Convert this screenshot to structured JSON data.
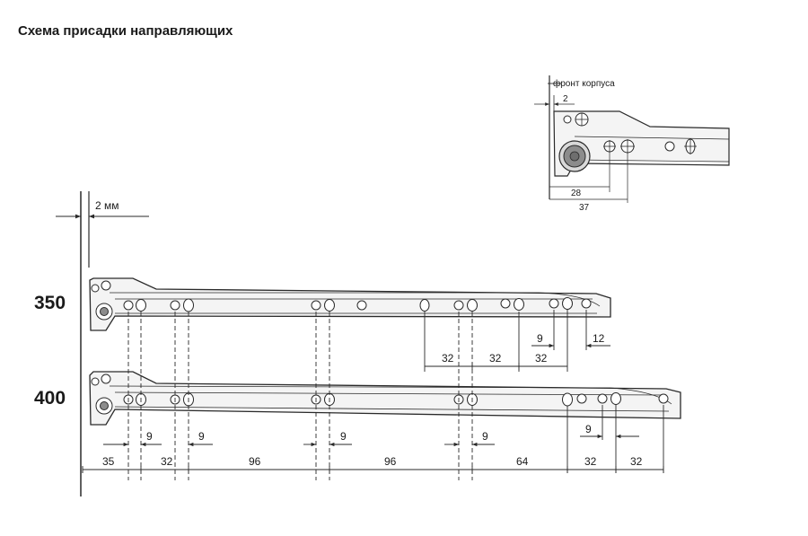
{
  "title": "Схема присадки направляющих",
  "front_gap_label": "2 мм",
  "sizes": [
    "350",
    "400"
  ],
  "detail": {
    "front_label": "фронт корпуса",
    "gap": "2",
    "dim_a": "28",
    "dim_b": "37"
  },
  "rail_350_dims": {
    "upper": [
      "9",
      "12"
    ],
    "lower": [
      "32",
      "32",
      "32"
    ]
  },
  "rail_400_dims": {
    "upper": [
      "9",
      "9",
      "9",
      "9",
      "9"
    ],
    "lower": [
      "35",
      "32",
      "96",
      "96",
      "64",
      "32",
      "32"
    ]
  },
  "colors": {
    "line": "#2a2a2a",
    "rail_fill": "#f4f4f4",
    "roller": "#8c8c8c"
  }
}
